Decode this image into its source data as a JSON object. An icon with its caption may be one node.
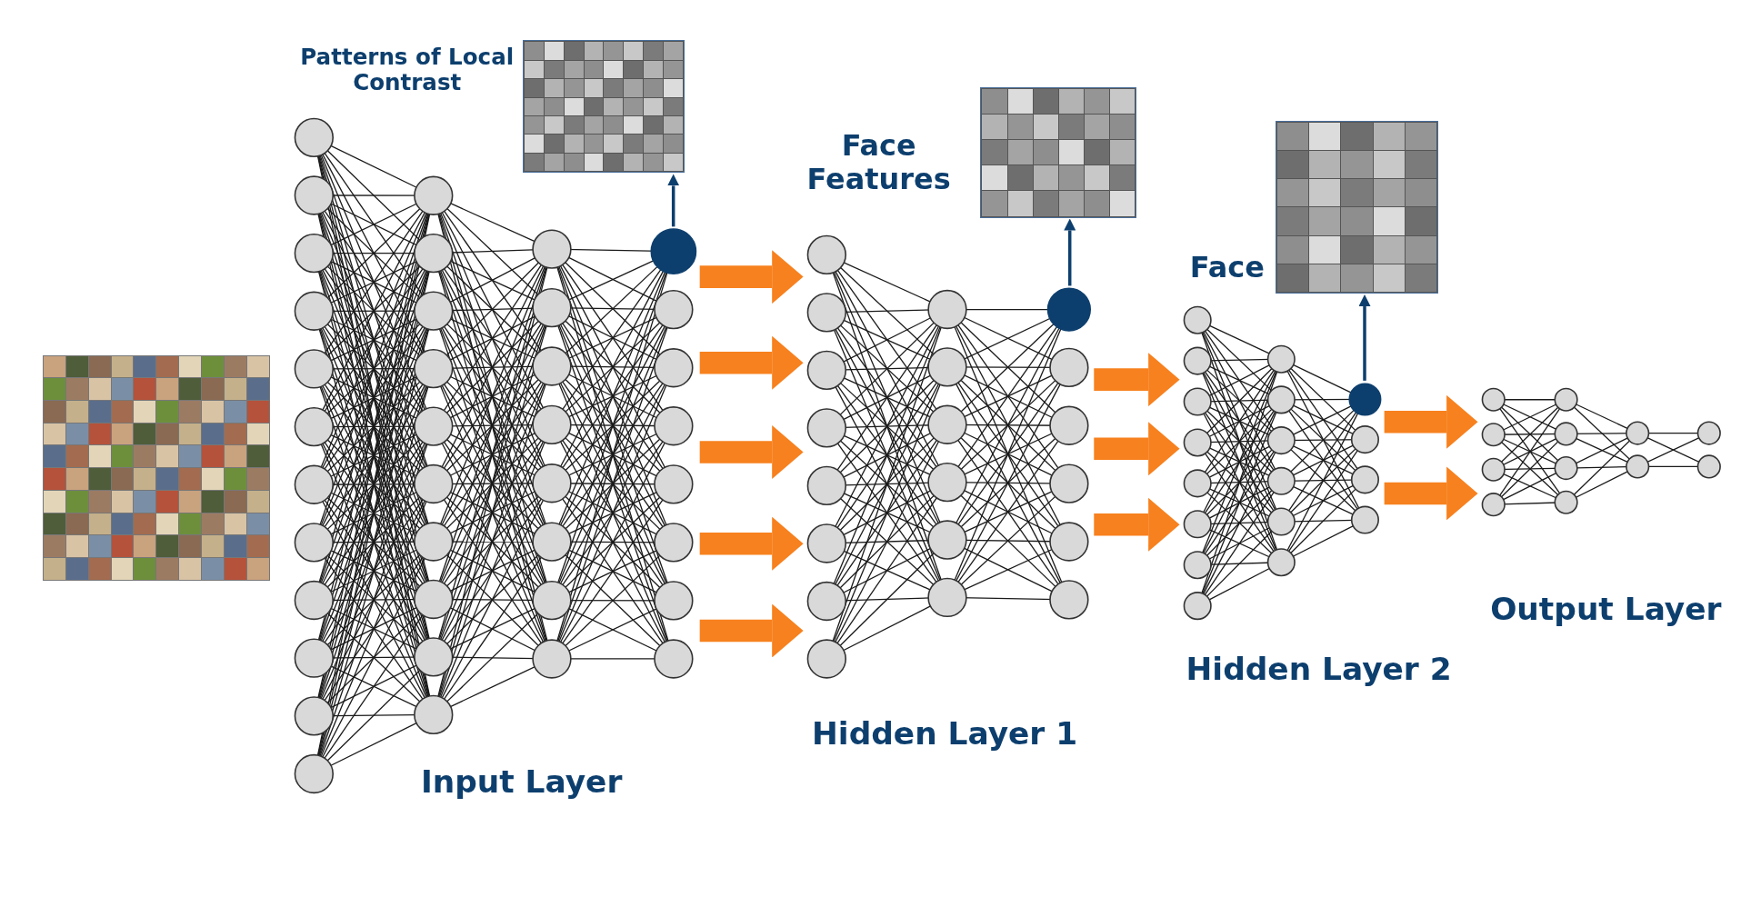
{
  "diagram": {
    "nodes": [
      {
        "text": [],
        "shape": "picture"
      },
      {
        "text": [],
        "shape": "picture"
      },
      {
        "text": [],
        "shape": "picture",
        "beside": [
          "Patterns of Local Contrast"
        ]
      },
      {
        "text": [],
        "shape": "picture"
      },
      {
        "text": [],
        "shape": "picture",
        "beside": [
          "Face Features"
        ]
      },
      {
        "text": [],
        "shape": "picture"
      },
      {
        "text": [],
        "shape": "picture",
        "beside": [
          "Face"
        ]
      },
      {
        "text": [],
        "shape": "picture"
      }
    ],
    "edges": [
      {
        "from": 1,
        "to": 2,
        "arrow": "to",
        "color": "#0d3f6e"
      },
      {
        "from": 1,
        "to": 3,
        "arrow": "to"
      },
      {
        "from": 1,
        "to": 3,
        "arrow": "to"
      },
      {
        "from": 1,
        "to": 3,
        "arrow": "to"
      },
      {
        "from": 1,
        "to": 3,
        "arrow": "to"
      },
      {
        "from": 1,
        "to": 3,
        "arrow": "to"
      },
      {
        "from": 3,
        "to": 4,
        "arrow": "to",
        "color": "#0d3f6e"
      },
      {
        "from": 3,
        "to": 5,
        "arrow": "to"
      },
      {
        "from": 3,
        "to": 5,
        "arrow": "to"
      },
      {
        "from": 3,
        "to": 5,
        "arrow": "to"
      },
      {
        "from": 5,
        "to": 6,
        "arrow": "to",
        "color": "#0d3f6e"
      },
      {
        "from": 5,
        "to": 7,
        "arrow": "to"
      },
      {
        "from": 5,
        "to": 7,
        "arrow": "to"
      }
    ],
    "labels": [
      "Input Layer",
      "Hidden Layer 1",
      "Hidden Layer 2",
      "Output Layer"
    ]
  }
}
